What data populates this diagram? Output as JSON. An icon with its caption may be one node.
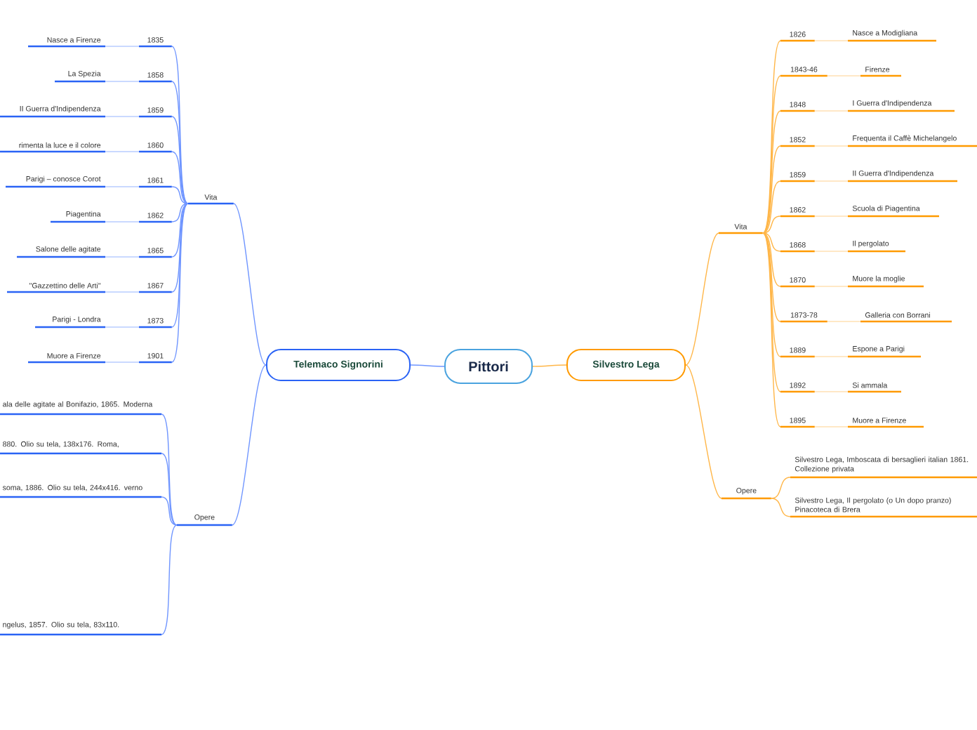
{
  "diagram": {
    "nodes": [
      {
        "text": [
          "Pittori"
        ]
      },
      {
        "text": [
          "Telemaco Signorini"
        ]
      },
      {
        "text": [
          "Vita"
        ]
      },
      {
        "text": [
          "1835"
        ]
      },
      {
        "text": [
          "Nasce a Firenze"
        ]
      },
      {
        "text": [
          "1858"
        ]
      },
      {
        "text": [
          "La Spezia"
        ]
      },
      {
        "text": [
          "1859"
        ]
      },
      {
        "text": [
          "II Guerra d'Indipendenza"
        ]
      },
      {
        "text": [
          "1860"
        ]
      },
      {
        "text": [
          "rimenta la luce e il colore"
        ]
      },
      {
        "text": [
          "1861"
        ]
      },
      {
        "text": [
          "Parigi – conosce Corot"
        ]
      },
      {
        "text": [
          "1862"
        ]
      },
      {
        "text": [
          "Piagentina"
        ]
      },
      {
        "text": [
          "1865"
        ]
      },
      {
        "text": [
          "Salone delle agitate"
        ]
      },
      {
        "text": [
          "1867"
        ]
      },
      {
        "text": [
          "\"Gazzettino delle Arti\""
        ]
      },
      {
        "text": [
          "1873"
        ]
      },
      {
        "text": [
          "Parigi - Londra"
        ]
      },
      {
        "text": [
          "1901"
        ]
      },
      {
        "text": [
          "Muore a Firenze"
        ]
      },
      {
        "text": [
          "Opere"
        ]
      },
      {
        "text": [
          "ala delle agitate al Bonifazio, 1865. Moderna"
        ]
      },
      {
        "text": [
          "880. Olio su tela, 138x176. Roma,"
        ]
      },
      {
        "text": [
          "soma, 1886. Olio su tela, 244x416. verno"
        ]
      },
      {
        "text": [
          "ngelus, 1857. Olio su tela, 83x110."
        ]
      },
      {
        "text": [
          "Silvestro Lega"
        ]
      },
      {
        "text": [
          "Vita"
        ]
      },
      {
        "text": [
          "1826"
        ]
      },
      {
        "text": [
          "Nasce a Modigliana"
        ]
      },
      {
        "text": [
          "1843-46"
        ]
      },
      {
        "text": [
          "Firenze"
        ]
      },
      {
        "text": [
          "1848"
        ]
      },
      {
        "text": [
          "I Guerra d'Indipendenza"
        ]
      },
      {
        "text": [
          "1852"
        ]
      },
      {
        "text": [
          "Frequenta il Caffè Michelangelo"
        ]
      },
      {
        "text": [
          "1859"
        ]
      },
      {
        "text": [
          "II Guerra d'Indipendenza"
        ]
      },
      {
        "text": [
          "1862"
        ]
      },
      {
        "text": [
          "Scuola di Piagentina"
        ]
      },
      {
        "text": [
          "1868"
        ]
      },
      {
        "text": [
          "Il pergolato"
        ]
      },
      {
        "text": [
          "1870"
        ]
      },
      {
        "text": [
          "Muore la moglie"
        ]
      },
      {
        "text": [
          "1873-78"
        ]
      },
      {
        "text": [
          "Galleria con Borrani"
        ]
      },
      {
        "text": [
          "1889"
        ]
      },
      {
        "text": [
          "Espone a Parigi"
        ]
      },
      {
        "text": [
          "1892"
        ]
      },
      {
        "text": [
          "Si ammala"
        ]
      },
      {
        "text": [
          "1895"
        ]
      },
      {
        "text": [
          "Muore a Firenze"
        ]
      },
      {
        "text": [
          "Opere"
        ]
      },
      {
        "text": [
          "Silvestro Lega, Imboscata di bersaglieri italian 1861. Collezione privata"
        ]
      },
      {
        "text": [
          "Silvestro Lega, Il pergolato (o Un dopo pranzo) Pinacoteca di Brera"
        ]
      }
    ],
    "edges": [
      {
        "from": 0,
        "to": 1,
        "arrow": "none",
        "color": "#6f95ff"
      },
      {
        "from": 0,
        "to": 28,
        "arrow": "none",
        "color": "#ffb648"
      },
      {
        "from": 1,
        "to": 2,
        "arrow": "none",
        "color": "#6f95ff"
      },
      {
        "from": 1,
        "to": 23,
        "arrow": "none",
        "color": "#6f95ff"
      },
      {
        "from": 2,
        "to": 3,
        "arrow": "none",
        "color": "#6f95ff"
      },
      {
        "from": 3,
        "to": 4,
        "arrow": "none",
        "color": "#b9ccff"
      },
      {
        "from": 2,
        "to": 5,
        "arrow": "none",
        "color": "#6f95ff"
      },
      {
        "from": 5,
        "to": 6,
        "arrow": "none",
        "color": "#b9ccff"
      },
      {
        "from": 2,
        "to": 7,
        "arrow": "none",
        "color": "#6f95ff"
      },
      {
        "from": 7,
        "to": 8,
        "arrow": "none",
        "color": "#b9ccff"
      },
      {
        "from": 2,
        "to": 9,
        "arrow": "none",
        "color": "#6f95ff"
      },
      {
        "from": 9,
        "to": 10,
        "arrow": "none",
        "color": "#b9ccff"
      },
      {
        "from": 2,
        "to": 11,
        "arrow": "none",
        "color": "#6f95ff"
      },
      {
        "from": 11,
        "to": 12,
        "arrow": "none",
        "color": "#b9ccff"
      },
      {
        "from": 2,
        "to": 13,
        "arrow": "none",
        "color": "#6f95ff"
      },
      {
        "from": 13,
        "to": 14,
        "arrow": "none",
        "color": "#b9ccff"
      },
      {
        "from": 2,
        "to": 15,
        "arrow": "none",
        "color": "#6f95ff"
      },
      {
        "from": 15,
        "to": 16,
        "arrow": "none",
        "color": "#b9ccff"
      },
      {
        "from": 2,
        "to": 17,
        "arrow": "none",
        "color": "#6f95ff"
      },
      {
        "from": 17,
        "to": 18,
        "arrow": "none",
        "color": "#b9ccff"
      },
      {
        "from": 2,
        "to": 19,
        "arrow": "none",
        "color": "#6f95ff"
      },
      {
        "from": 19,
        "to": 20,
        "arrow": "none",
        "color": "#b9ccff"
      },
      {
        "from": 2,
        "to": 21,
        "arrow": "none",
        "color": "#6f95ff"
      },
      {
        "from": 21,
        "to": 22,
        "arrow": "none",
        "color": "#b9ccff"
      },
      {
        "from": 23,
        "to": 24,
        "arrow": "none",
        "color": "#6f95ff"
      },
      {
        "from": 23,
        "to": 25,
        "arrow": "none",
        "color": "#6f95ff"
      },
      {
        "from": 23,
        "to": 26,
        "arrow": "none",
        "color": "#6f95ff"
      },
      {
        "from": 23,
        "to": 27,
        "arrow": "none",
        "color": "#6f95ff"
      },
      {
        "from": 28,
        "to": 29,
        "arrow": "none",
        "color": "#ffb648"
      },
      {
        "from": 28,
        "to": 54,
        "arrow": "none",
        "color": "#ffb648"
      },
      {
        "from": 29,
        "to": 30,
        "arrow": "none",
        "color": "#ffb648"
      },
      {
        "from": 30,
        "to": 31,
        "arrow": "none",
        "color": "#ffe1b3"
      },
      {
        "from": 29,
        "to": 32,
        "arrow": "none",
        "color": "#ffb648"
      },
      {
        "from": 32,
        "to": 33,
        "arrow": "none",
        "color": "#ffe1b3"
      },
      {
        "from": 29,
        "to": 34,
        "arrow": "none",
        "color": "#ffb648"
      },
      {
        "from": 34,
        "to": 35,
        "arrow": "none",
        "color": "#ffe1b3"
      },
      {
        "from": 29,
        "to": 36,
        "arrow": "none",
        "color": "#ffb648"
      },
      {
        "from": 36,
        "to": 37,
        "arrow": "none",
        "color": "#ffe1b3"
      },
      {
        "from": 29,
        "to": 38,
        "arrow": "none",
        "color": "#ffb648"
      },
      {
        "from": 38,
        "to": 39,
        "arrow": "none",
        "color": "#ffe1b3"
      },
      {
        "from": 29,
        "to": 40,
        "arrow": "none",
        "color": "#ffb648"
      },
      {
        "from": 40,
        "to": 41,
        "arrow": "none",
        "color": "#ffe1b3"
      },
      {
        "from": 29,
        "to": 42,
        "arrow": "none",
        "color": "#ffb648"
      },
      {
        "from": 42,
        "to": 43,
        "arrow": "none",
        "color": "#ffe1b3"
      },
      {
        "from": 29,
        "to": 44,
        "arrow": "none",
        "color": "#ffb648"
      },
      {
        "from": 44,
        "to": 45,
        "arrow": "none",
        "color": "#ffe1b3"
      },
      {
        "from": 29,
        "to": 46,
        "arrow": "none",
        "color": "#ffb648"
      },
      {
        "from": 46,
        "to": 47,
        "arrow": "none",
        "color": "#ffe1b3"
      },
      {
        "from": 29,
        "to": 48,
        "arrow": "none",
        "color": "#ffb648"
      },
      {
        "from": 48,
        "to": 49,
        "arrow": "none",
        "color": "#ffe1b3"
      },
      {
        "from": 29,
        "to": 50,
        "arrow": "none",
        "color": "#ffb648"
      },
      {
        "from": 50,
        "to": 51,
        "arrow": "none",
        "color": "#ffe1b3"
      },
      {
        "from": 29,
        "to": 52,
        "arrow": "none",
        "color": "#ffb648"
      },
      {
        "from": 52,
        "to": 53,
        "arrow": "none",
        "color": "#ffe1b3"
      },
      {
        "from": 54,
        "to": 55,
        "arrow": "none",
        "color": "#ffb648"
      },
      {
        "from": 54,
        "to": 56,
        "arrow": "none",
        "color": "#ffb648"
      }
    ]
  }
}
